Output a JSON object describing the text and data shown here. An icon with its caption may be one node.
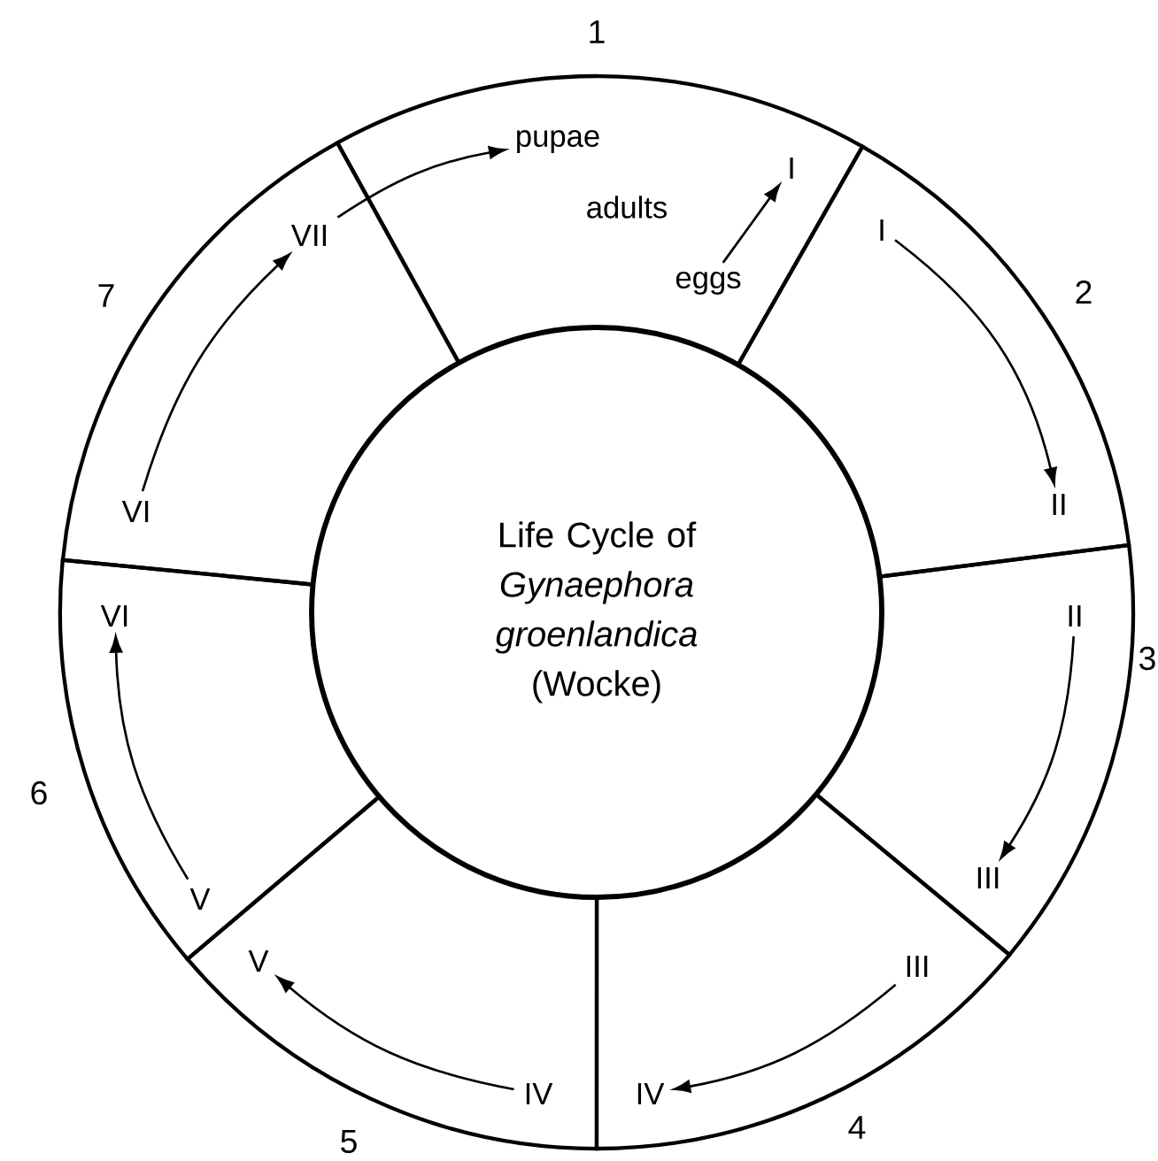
{
  "diagram": {
    "nodes": [
      {
        "text": [
          "Life Cycle of *Gynaephora groenlandica* (Wocke)"
        ]
      },
      {
        "text": [
          "1"
        ]
      },
      {
        "text": [
          "pupae"
        ],
        "in": 1
      },
      {
        "text": [
          "adults"
        ],
        "in": 1
      },
      {
        "text": [
          "I"
        ],
        "in": 1
      },
      {
        "text": [
          "eggs"
        ],
        "in": 1
      },
      {
        "text": [
          "2"
        ]
      },
      {
        "text": [
          "I"
        ],
        "in": 6
      },
      {
        "text": [
          "II"
        ],
        "in": 6
      },
      {
        "text": [
          "3"
        ]
      },
      {
        "text": [
          "II"
        ],
        "in": 9
      },
      {
        "text": [
          "III"
        ],
        "in": 9
      },
      {
        "text": [
          "4"
        ]
      },
      {
        "text": [
          "III"
        ],
        "in": 12
      },
      {
        "text": [
          "IV"
        ],
        "in": 12
      },
      {
        "text": [
          "5"
        ]
      },
      {
        "text": [
          "IV"
        ],
        "in": 15
      },
      {
        "text": [
          "V"
        ],
        "in": 15
      },
      {
        "text": [
          "6"
        ]
      },
      {
        "text": [
          "V"
        ],
        "in": 18
      },
      {
        "text": [
          "VI"
        ],
        "in": 18
      },
      {
        "text": [
          "7"
        ]
      },
      {
        "text": [
          "VI"
        ],
        "in": 21
      },
      {
        "text": [
          "VII"
        ],
        "in": 21
      }
    ],
    "edges": [
      {
        "from": 5,
        "to": 4,
        "arrow": "to"
      },
      {
        "from": 7,
        "to": 8,
        "arrow": "to"
      },
      {
        "from": 10,
        "to": 11,
        "arrow": "to"
      },
      {
        "from": 13,
        "to": 14,
        "arrow": "to"
      },
      {
        "from": 16,
        "to": 17,
        "arrow": "to"
      },
      {
        "from": 19,
        "to": 20,
        "arrow": "to"
      },
      {
        "from": 22,
        "to": 23,
        "arrow": "to"
      },
      {
        "from": 23,
        "to": 2,
        "arrow": "to"
      }
    ]
  }
}
